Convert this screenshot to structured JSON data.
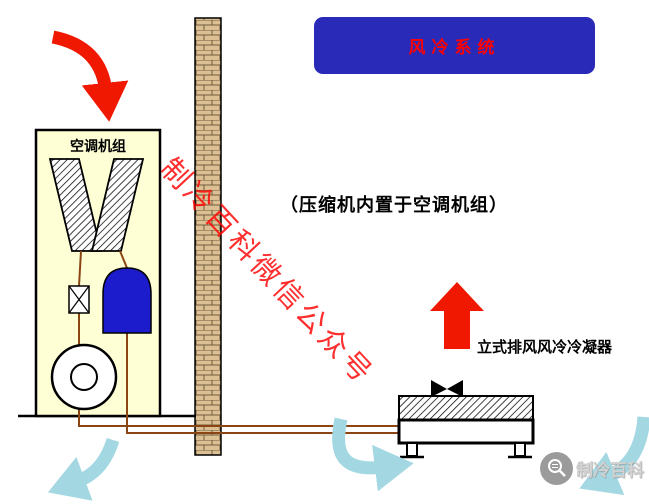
{
  "banner": {
    "label": "风冷系统"
  },
  "diagram": {
    "ac_unit_label": "空调机组",
    "note": "（压缩机内置于空调机组）",
    "condenser_label": "立式排风风冷冷凝器",
    "watermark": "制冷百科微信公众号",
    "logo_text": "制冷百科"
  },
  "colors": {
    "banner_bg": "#2a2ab8",
    "banner_text": "#ff0000",
    "red_arrow": "#f01800",
    "airflow_arrow": "#a3d8e3",
    "pipe": "#8b4513",
    "compressor": "#1c1ccd",
    "unit_fill": "#ffffd6",
    "wall_fill": "#dcc094",
    "watermark_red": "#ff0000",
    "logo_gray": "#9b9b9b"
  }
}
